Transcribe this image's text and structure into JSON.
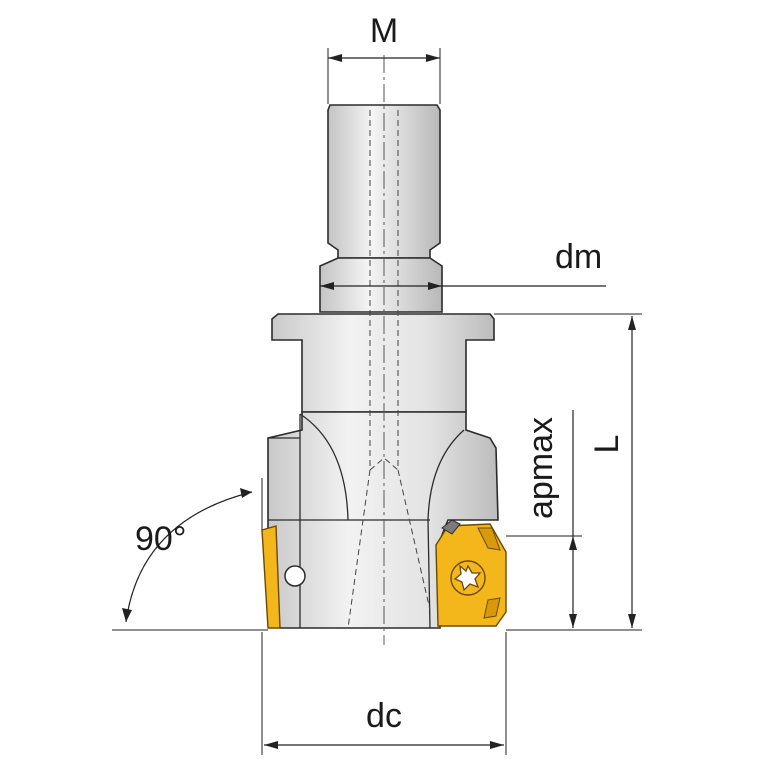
{
  "labels": {
    "m": "M",
    "dm": "dm",
    "l": "L",
    "apmax": "apmax",
    "angle": "90°",
    "dc": "dc"
  },
  "colors": {
    "insert": "#f3b61b",
    "body_light": "#ececec",
    "body_dark": "#bdbdbd",
    "line": "#2b2b2b"
  },
  "icons": {
    "screw": "torx-screw-icon"
  }
}
